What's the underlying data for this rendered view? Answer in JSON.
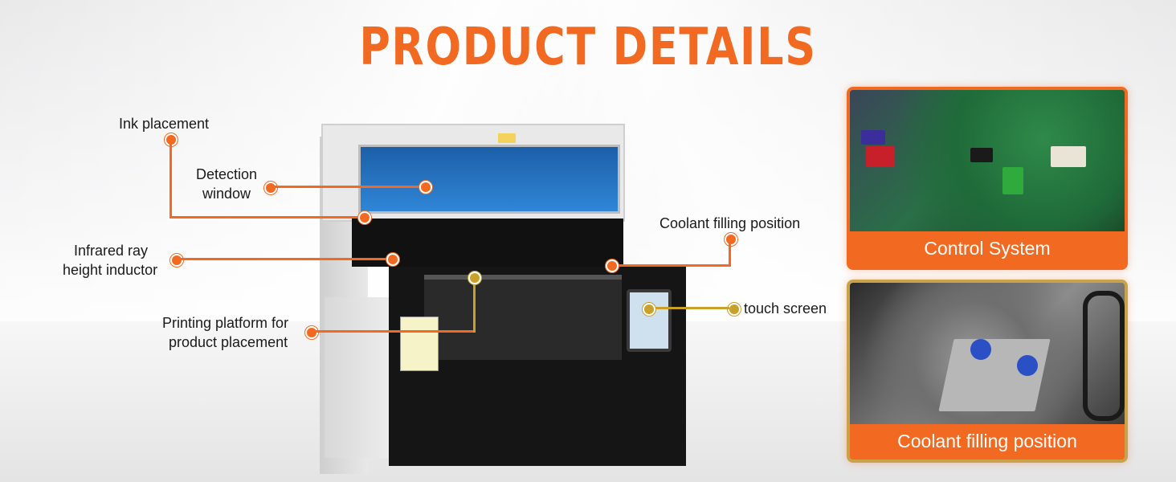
{
  "heading": "PRODUCT DETAILS",
  "callouts": {
    "ink_placement": "Ink placement",
    "detection_window_1": "Detection",
    "detection_window_2": "window",
    "infrared_1": "Infrared ray",
    "infrared_2": "height inductor",
    "printing_platform_1": "Printing platform for",
    "printing_platform_2": "product placement",
    "coolant_filling": "Coolant filling position",
    "touch_screen": "touch screen"
  },
  "panels": {
    "control_system": "Control System",
    "coolant_filling": "Coolant filling position"
  },
  "colors": {
    "accent": "#f26a21",
    "gold": "#c8a02a"
  }
}
